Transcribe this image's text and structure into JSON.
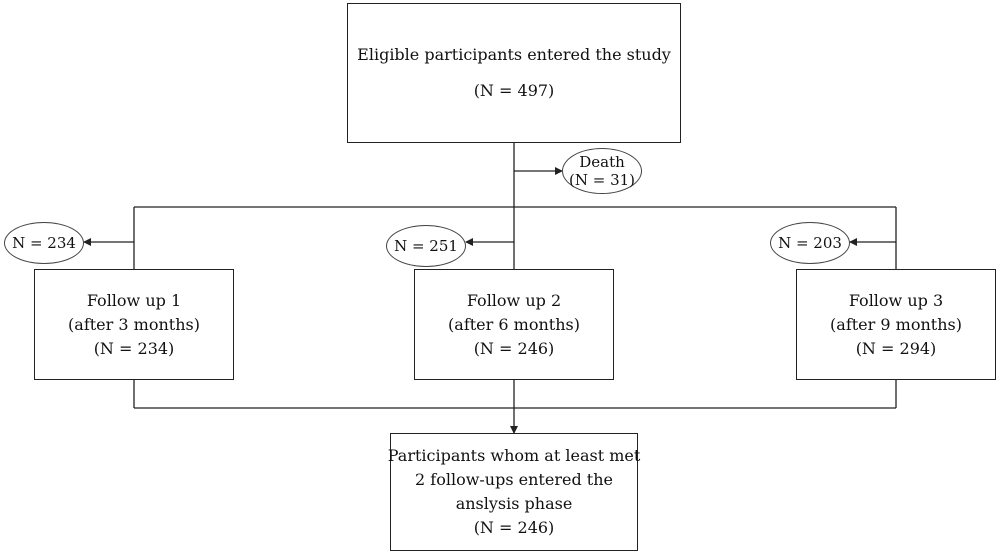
{
  "top_box": {
    "line1": "Eligible participants entered the study",
    "line2": "(N = 497)"
  },
  "death": {
    "label": "Death",
    "count": "(N = 31)"
  },
  "follow_ups": [
    {
      "title": "Follow up 1",
      "period": "(after 3 months)",
      "count": "(N = 234)",
      "dropout": "N = 234"
    },
    {
      "title": "Follow up 2",
      "period": "(after 6 months)",
      "count": "(N = 246)",
      "dropout": "N = 251"
    },
    {
      "title": "Follow up 3",
      "period": "(after 9 months)",
      "count": "(N = 294)",
      "dropout": "N = 203"
    }
  ],
  "final_box": {
    "line1": "Participants whom at least met",
    "line2": "2 follow-ups entered the",
    "line3": "anslysis phase",
    "line4": "(N = 246)"
  },
  "colors": {
    "stroke": "#222222",
    "background": "#ffffff"
  }
}
